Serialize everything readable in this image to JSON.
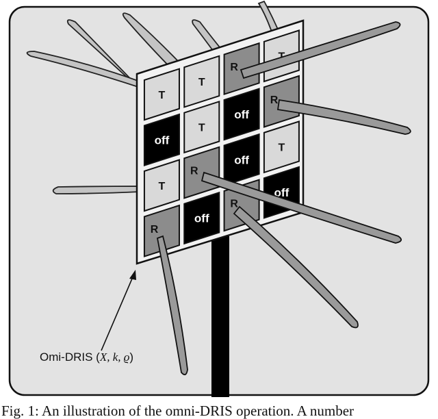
{
  "diagram": {
    "cells": [
      {
        "label": "T",
        "state": "T"
      },
      {
        "label": "T",
        "state": "T"
      },
      {
        "label": "R",
        "state": "R"
      },
      {
        "label": "T",
        "state": "T"
      },
      {
        "label": "off",
        "state": "off"
      },
      {
        "label": "T",
        "state": "T"
      },
      {
        "label": "off",
        "state": "off"
      },
      {
        "label": "R",
        "state": "R"
      },
      {
        "label": "T",
        "state": "T"
      },
      {
        "label": "R",
        "state": "R"
      },
      {
        "label": "off",
        "state": "off"
      },
      {
        "label": "T",
        "state": "T"
      },
      {
        "label": "R",
        "state": "R"
      },
      {
        "label": "off",
        "state": "off"
      },
      {
        "label": "R",
        "state": "R"
      },
      {
        "label": "off",
        "state": "off"
      }
    ],
    "annotation": {
      "prefix": "Omi-DRIS (",
      "args": "X, k, ϱ",
      "suffix": ")"
    },
    "colors": {
      "T": "#d9d9d9",
      "R": "#8c8c8c",
      "off": "#000000",
      "beam": "#9a9a9a",
      "backbeam": "#c4c4c4",
      "panel": "#f2f2f2",
      "frame_bg": "#e3e3e3"
    }
  },
  "caption": "Fig. 1: An illustration of the omni-DRIS operation. A number"
}
